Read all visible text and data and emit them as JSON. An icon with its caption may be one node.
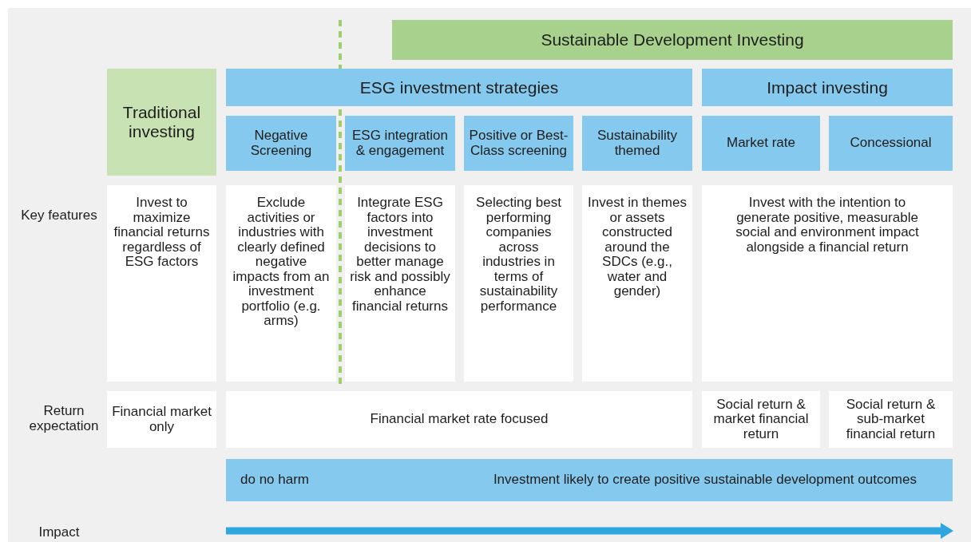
{
  "diagram": {
    "nodes": [
      {
        "text": [
          "Sustainable Development Investing"
        ]
      },
      {
        "text": [
          "Traditional investing"
        ]
      },
      {
        "text": [
          "ESG investment strategies"
        ]
      },
      {
        "text": [
          "Impact investing"
        ]
      },
      {
        "text": [
          "Negative Screening"
        ]
      },
      {
        "text": [
          "ESG integration & engagement"
        ]
      },
      {
        "text": [
          "Positive or Best-Class screening"
        ]
      },
      {
        "text": [
          "Sustainability themed"
        ]
      },
      {
        "text": [
          "Market rate"
        ]
      },
      {
        "text": [
          "Concessional"
        ]
      },
      {
        "text": [
          "Invest to maximize financial returns regardless of ESG factors"
        ]
      },
      {
        "text": [
          "Exclude activities or industries with clearly defined negative impacts from an investment portfolio (e.g. arms)"
        ]
      },
      {
        "text": [
          "Integrate ESG factors into investment decisions to better manage risk and possibly enhance financial returns"
        ]
      },
      {
        "text": [
          "Selecting best performing companies across industries in terms of sustainability performance"
        ]
      },
      {
        "text": [
          "Invest in themes or assets constructed around the SDCs (e.g., water and gender)"
        ]
      },
      {
        "text": [
          "Invest with the intention to generate positive, measurable social and environment impact alongside a financial return"
        ]
      },
      {
        "text": [
          "Financial market only"
        ]
      },
      {
        "text": [
          "Financial market rate focused"
        ]
      },
      {
        "text": [
          "Social return & market financial return"
        ]
      },
      {
        "text": [
          "Social return & sub-market financial return"
        ]
      },
      {
        "text": [
          "do no harm",
          "Investment likely to create positive sustainable development outcomes"
        ]
      }
    ],
    "edges": [],
    "labels": [
      "Key features",
      "Return expectation",
      "Impact"
    ]
  }
}
